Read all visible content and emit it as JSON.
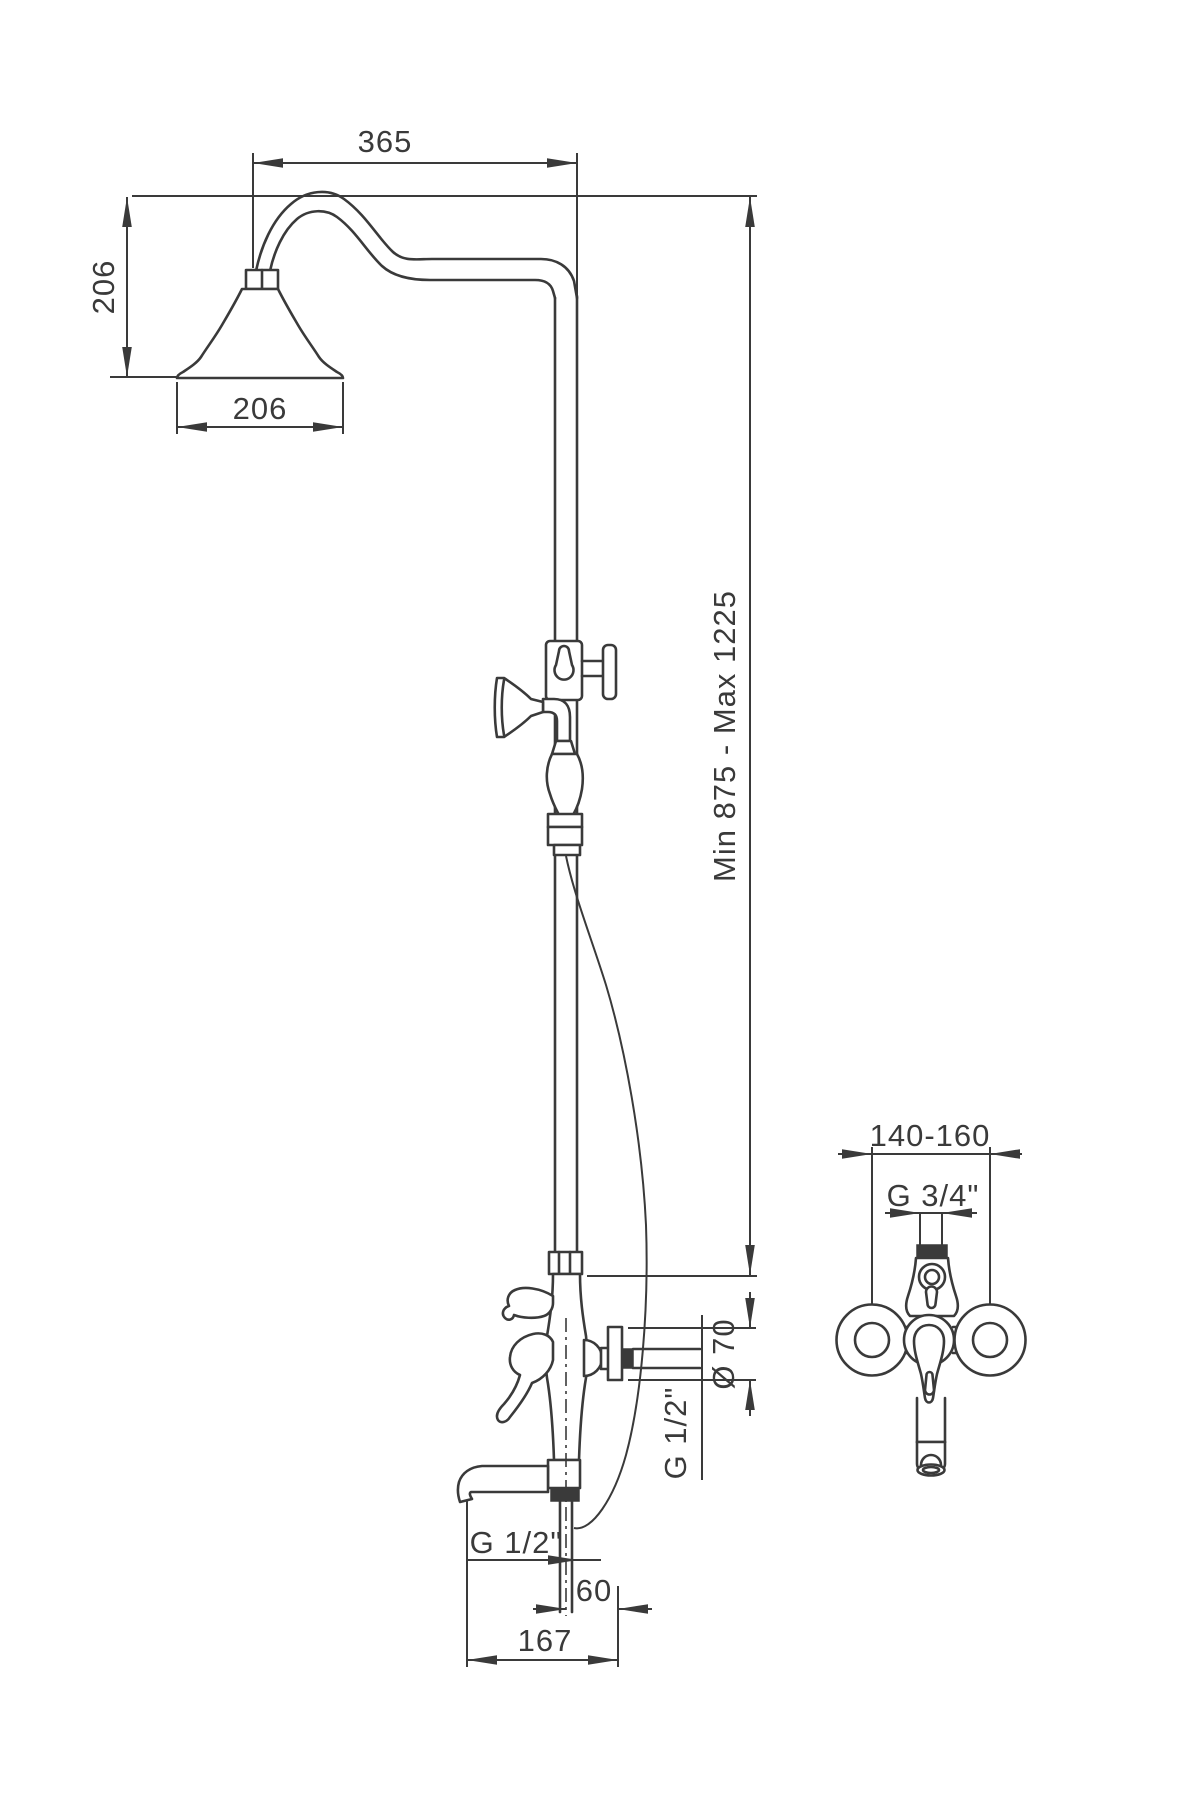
{
  "drawing": {
    "type": "technical-dimension-drawing",
    "subject": "wall-mounted shower column with bell head, hand shower and tub spout",
    "colors": {
      "line": "#3a3a3a",
      "background": "#ffffff"
    },
    "dimensions": {
      "arm_reach": "365",
      "head_height": "206",
      "head_width": "206",
      "column_range": "Min 875 - Max 1225",
      "flange_diameter": "Ø 70",
      "wall_inlet_thread": "G 1/2\"",
      "hose_outlet_thread": "G 1/2\"",
      "spout_wall_offset": "60",
      "spout_reach": "167",
      "front_inlet_spacing": "140-160",
      "front_top_thread": "G 3/4\""
    }
  }
}
